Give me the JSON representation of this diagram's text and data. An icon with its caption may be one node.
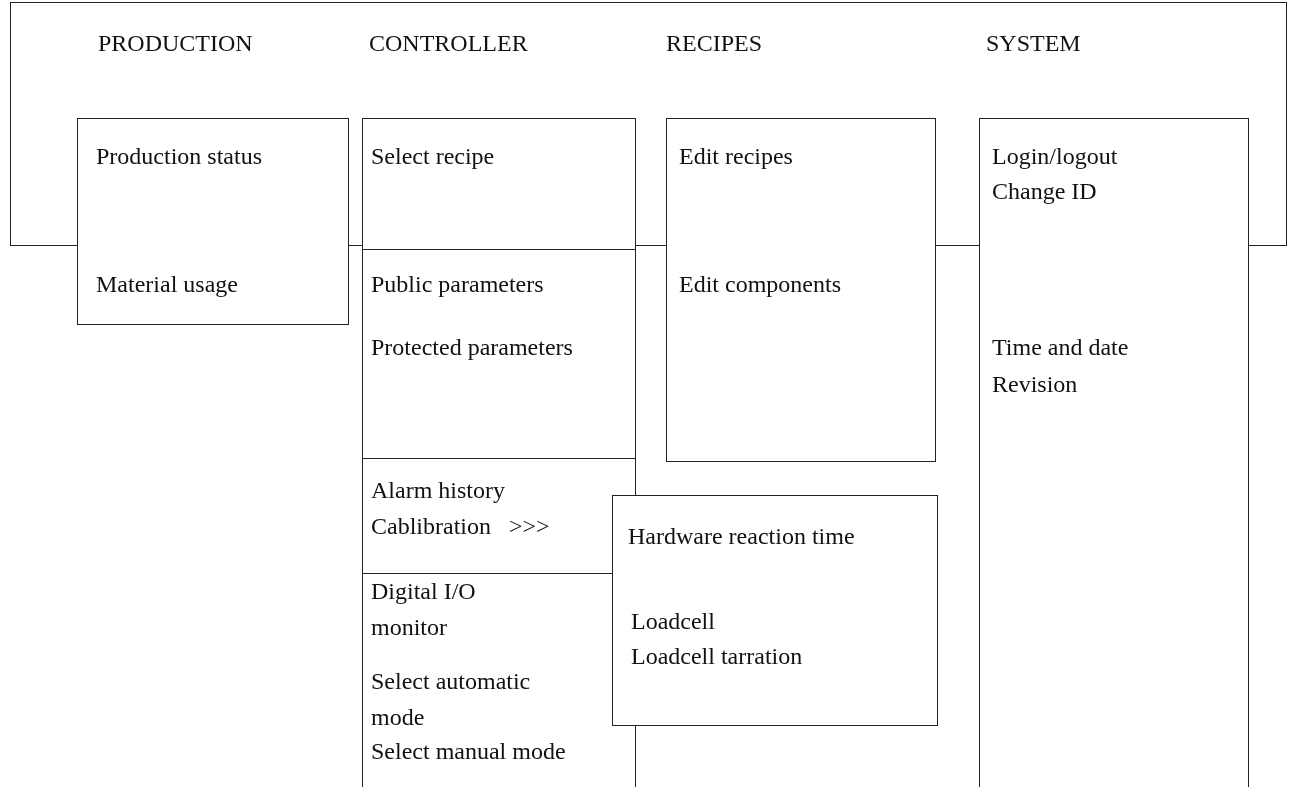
{
  "diagram": {
    "nodes": [
      {
        "text": [
          "PRODUCTION",
          "CONTROLLER",
          "RECIPES",
          "SYSTEM"
        ]
      },
      {
        "text": [
          "Production status",
          "Material usage"
        ]
      },
      {
        "text": [
          "Select recipe",
          "Public parameters",
          "Protected parameters",
          "Alarm history",
          "Cablibration   >>>",
          "Digital I/O monitor",
          "Select automatic mode",
          "Select manual mode"
        ]
      },
      {
        "text": [
          "Edit recipes",
          "Edit components"
        ]
      },
      {
        "text": [
          "Login/logout",
          "Change ID",
          "Time and date",
          "Revision"
        ]
      },
      {
        "text": [
          "Hardware reaction time",
          "Loadcell",
          "Loadcell tarration"
        ]
      }
    ]
  }
}
